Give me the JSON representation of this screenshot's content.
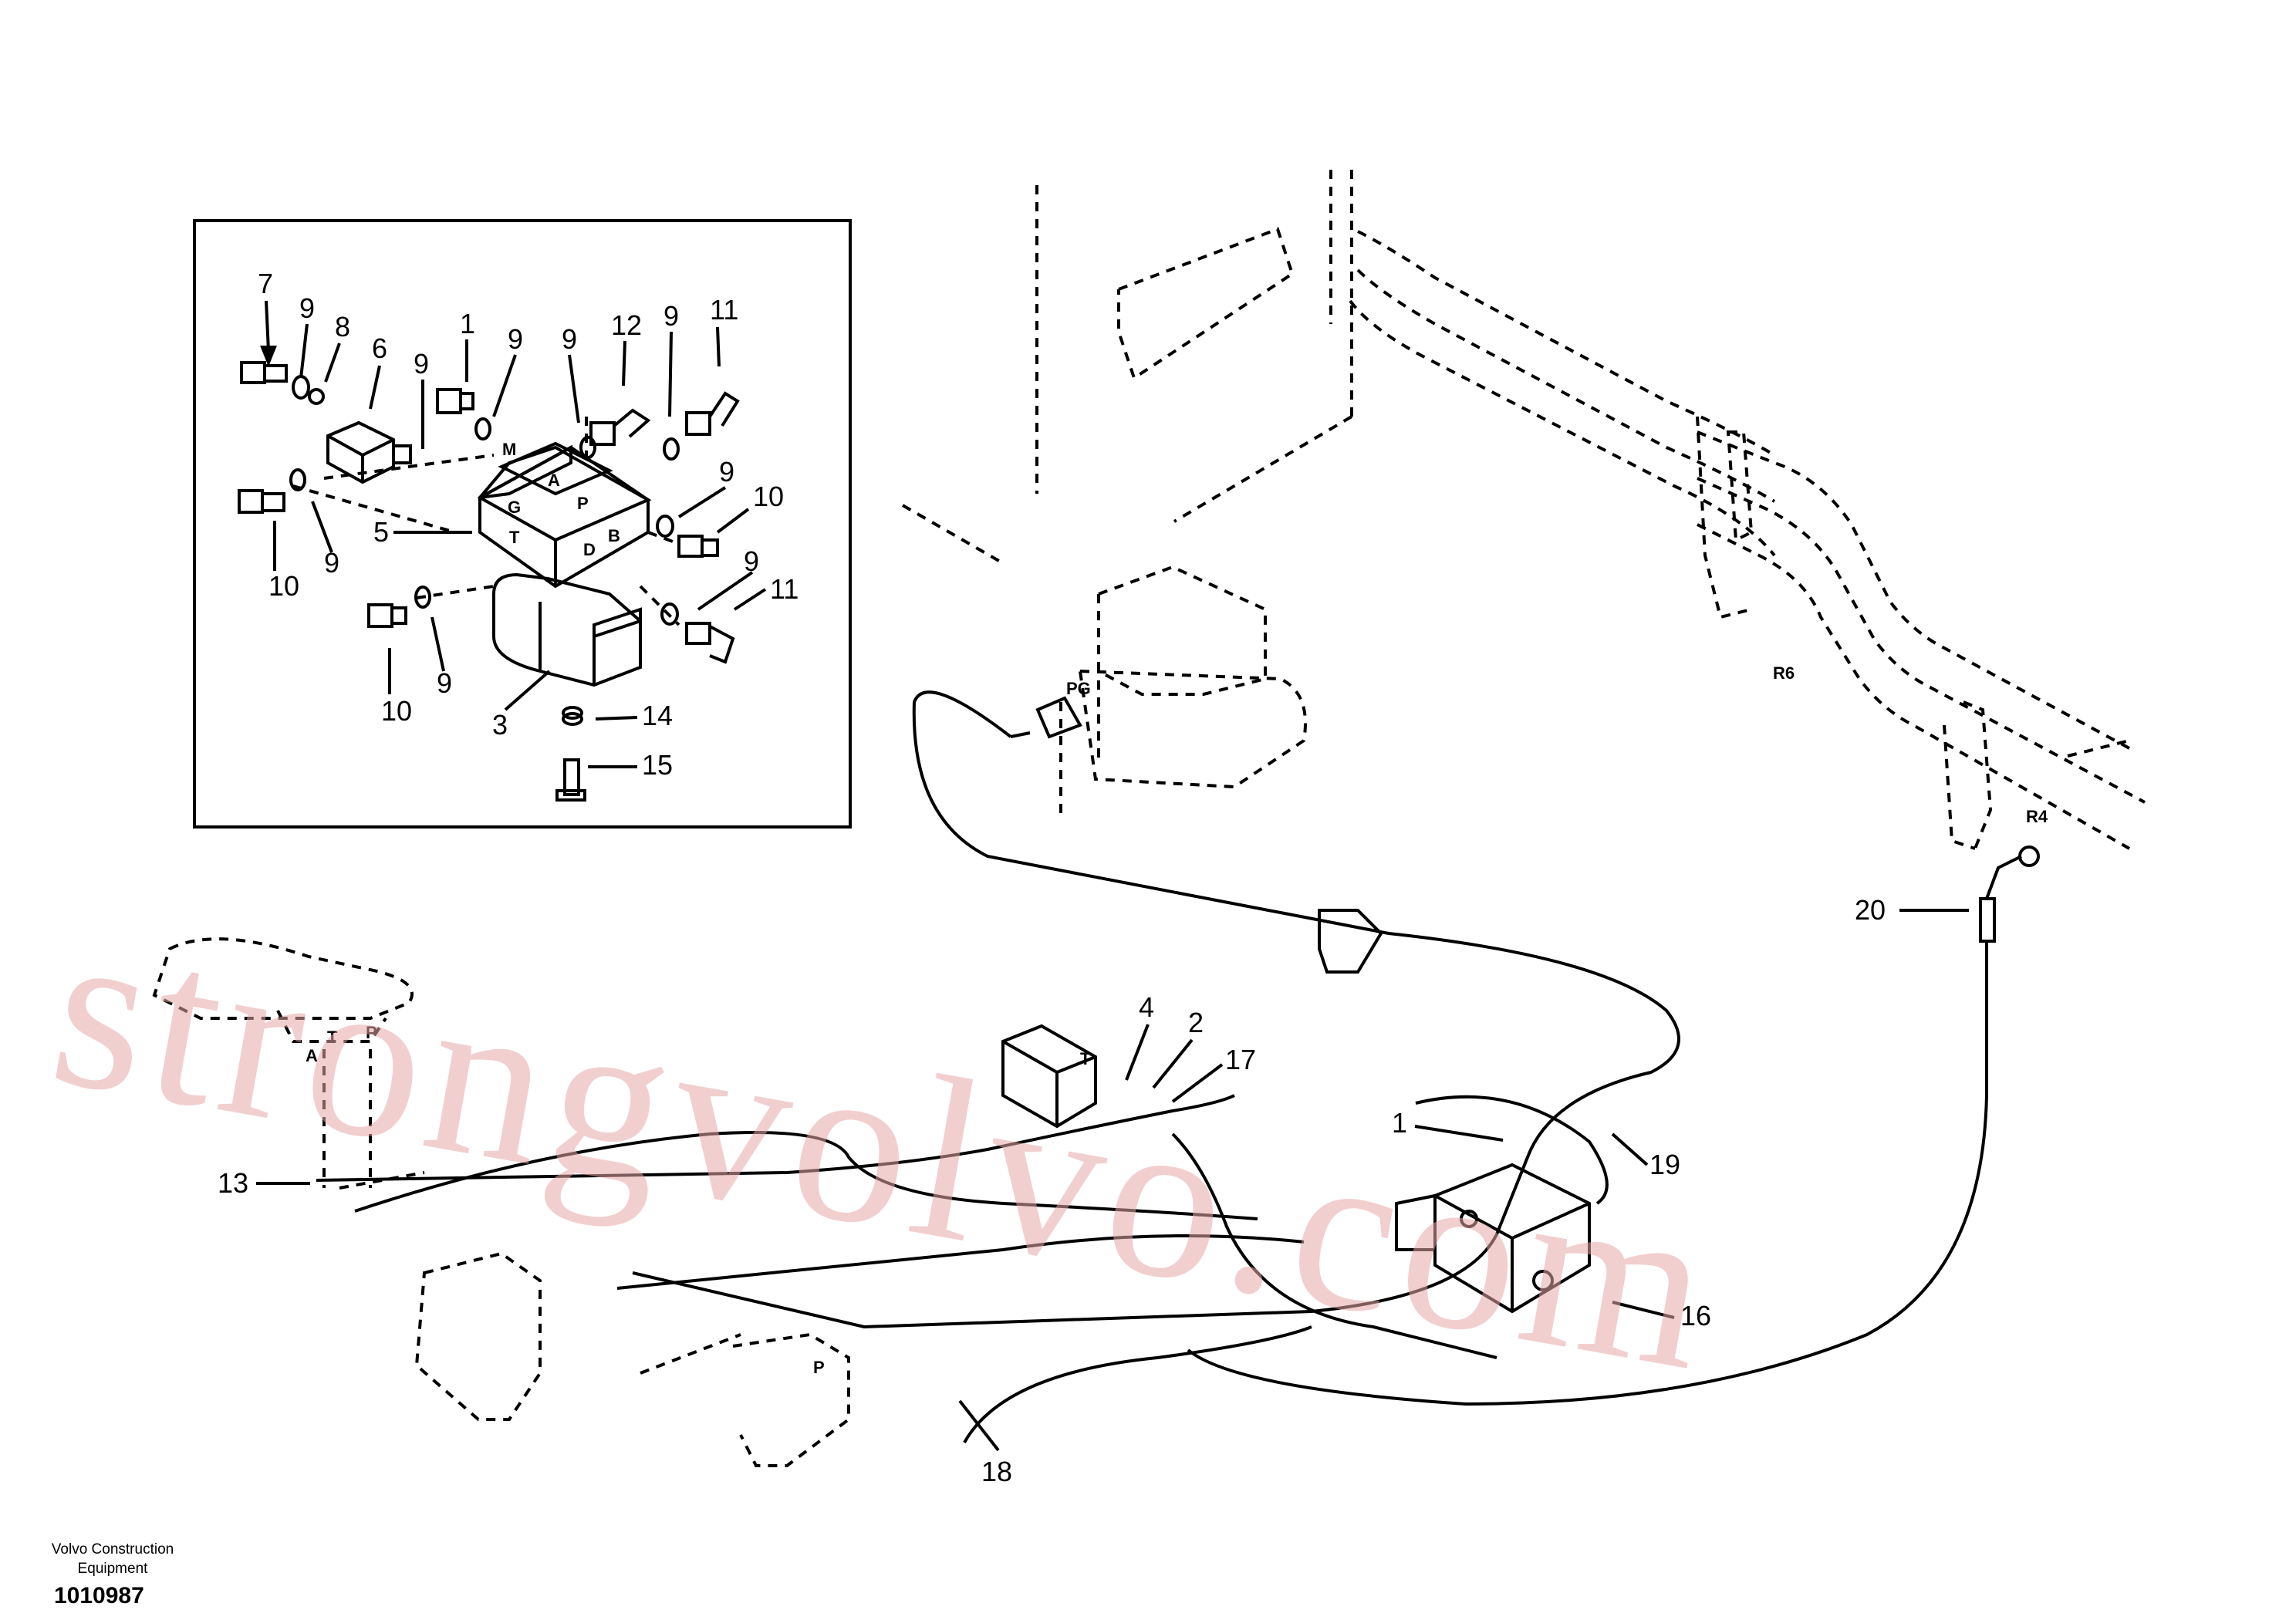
{
  "watermark": "strongvolvo.com",
  "footer": {
    "company_line1": "Volvo Construction",
    "company_line2": "Equipment",
    "drawing_number": "1010987"
  },
  "inset_labels": [
    "7",
    "9",
    "8",
    "6",
    "9",
    "1",
    "9",
    "9",
    "12",
    "9",
    "11",
    "5",
    "9",
    "10",
    "10",
    "9",
    "9",
    "11",
    "10",
    "9",
    "3",
    "14",
    "15"
  ],
  "port_labels": {
    "m": "M",
    "a": "A",
    "p": "P",
    "g": "G",
    "t": "T",
    "b": "B",
    "d": "D",
    "pg": "PG",
    "r6": "R6",
    "r4": "R4",
    "pedal_t": "T",
    "pedal_p": "P",
    "pedal_a": "A",
    "valve_t": "T",
    "lower_p": "P"
  },
  "main_labels": {
    "l20": "20",
    "l17": "17",
    "l13": "13",
    "l16": "16",
    "l18": "18",
    "l4": "4",
    "l2": "2",
    "l1": "1",
    "l19": "19"
  }
}
